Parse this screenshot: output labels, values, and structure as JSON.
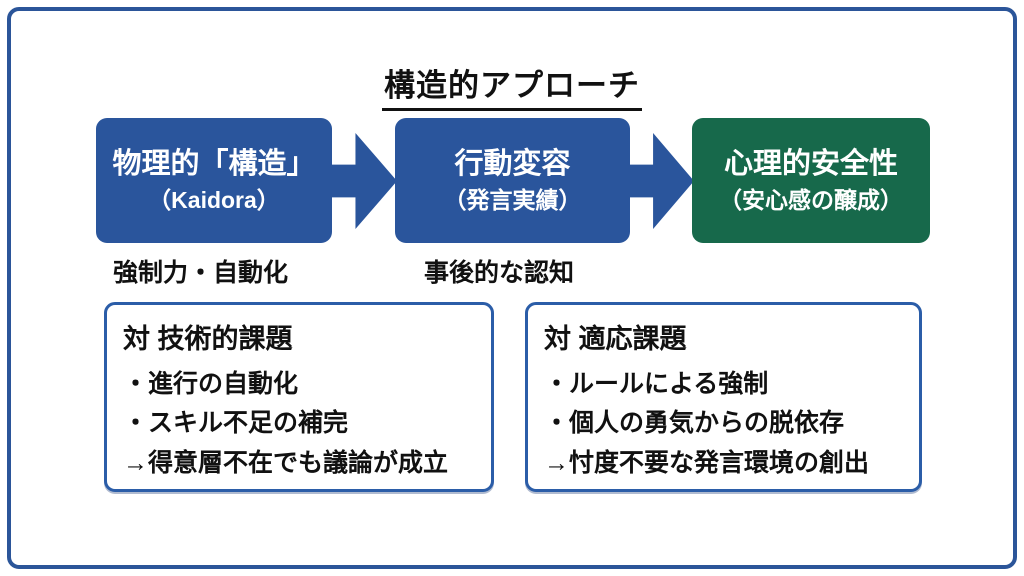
{
  "title": "構造的アプローチ",
  "colors": {
    "step_blue": "#2A559C",
    "step_green": "#17694B",
    "card_border": "#2B5DA8",
    "frame_border": "#2B5599",
    "text": "#111111"
  },
  "flow": {
    "steps": [
      {
        "title": "物理的「構造」",
        "subtitle": "（Kaidora）",
        "note": "強制力・自動化"
      },
      {
        "title": "行動変容",
        "subtitle": "（発言実績）",
        "note": "事後的な認知"
      },
      {
        "title": "心理的安全性",
        "subtitle": "（安心感の醸成）",
        "note": ""
      }
    ]
  },
  "cards": [
    {
      "header": "対 技術的課題",
      "items": [
        "・進行の自動化",
        "・スキル不足の補完",
        "→得意層不在でも議論が成立"
      ]
    },
    {
      "header": "対 適応課題",
      "items": [
        "・ルールによる強制",
        "・個人の勇気からの脱依存",
        "→忖度不要な発言環境の創出"
      ]
    }
  ]
}
